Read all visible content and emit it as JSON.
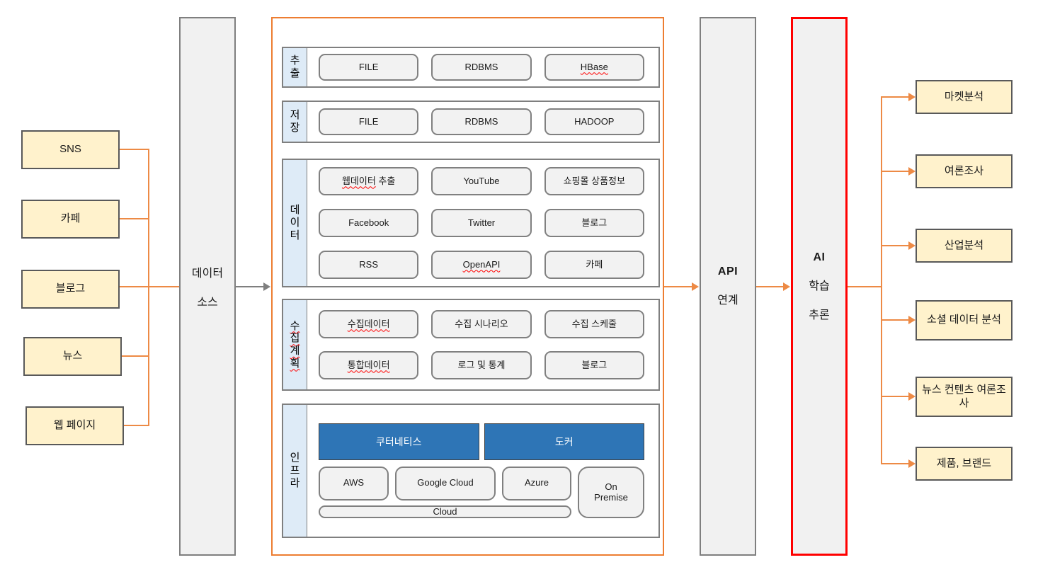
{
  "sources": {
    "items": [
      "SNS",
      "카페",
      "블로그",
      "뉴스",
      "웹 페이지"
    ]
  },
  "source_pillar": {
    "line1": "데이터",
    "line2": "소스"
  },
  "pipeline": {
    "extract": {
      "label": "추출",
      "boxes": [
        "FILE",
        "RDBMS",
        "HBase"
      ]
    },
    "store": {
      "label": "저장",
      "boxes": [
        "FILE",
        "RDBMS",
        "HADOOP"
      ]
    },
    "data": {
      "label": "데이터",
      "row1_box1_misspelled": "웹데이터",
      "row1_box1_rest": "추출",
      "rows": [
        [
          "웹데이터 추출",
          "YouTube",
          "쇼핑몰 상품정보"
        ],
        [
          "Facebook",
          "Twitter",
          "블로그"
        ],
        [
          "RSS",
          "OpenAPI",
          "카페"
        ]
      ]
    },
    "plan": {
      "label": "수집계획",
      "rows": [
        [
          "수집데이터",
          "수집 시나리오",
          "수집 스케줄"
        ],
        [
          "통합데이터",
          "로그 및 통계",
          "블로그"
        ]
      ]
    },
    "infra": {
      "label": "인프라",
      "platforms": [
        "쿠터네티스",
        "도커"
      ],
      "clouds": [
        "AWS",
        "Google Cloud",
        "Azure"
      ],
      "on_premise": "On Premise",
      "cloud": "Cloud"
    }
  },
  "api_pillar": {
    "line1": "API",
    "line2": "연계"
  },
  "ai_pillar": {
    "line1": "AI",
    "line2": "학습",
    "line3": "추론"
  },
  "outputs": {
    "items": [
      "마켓분석",
      "여론조사",
      "산업분석",
      "소셜 데이터 분석",
      "뉴스 컨텐츠 여론조사",
      "제품, 브랜드"
    ]
  },
  "colors": {
    "container_orange": "#ED7D31",
    "connector_orange": "#ED8A45",
    "highlight_red": "#FF0000",
    "platform_blue": "#2E75B6",
    "section_label_blue": "#DEEBF7",
    "terminal_yellow": "#FFF2CC",
    "chip_gray": "#F2F2F2",
    "gray_connector": "#7F7F7F",
    "squiggle_red": "#FF0000"
  }
}
